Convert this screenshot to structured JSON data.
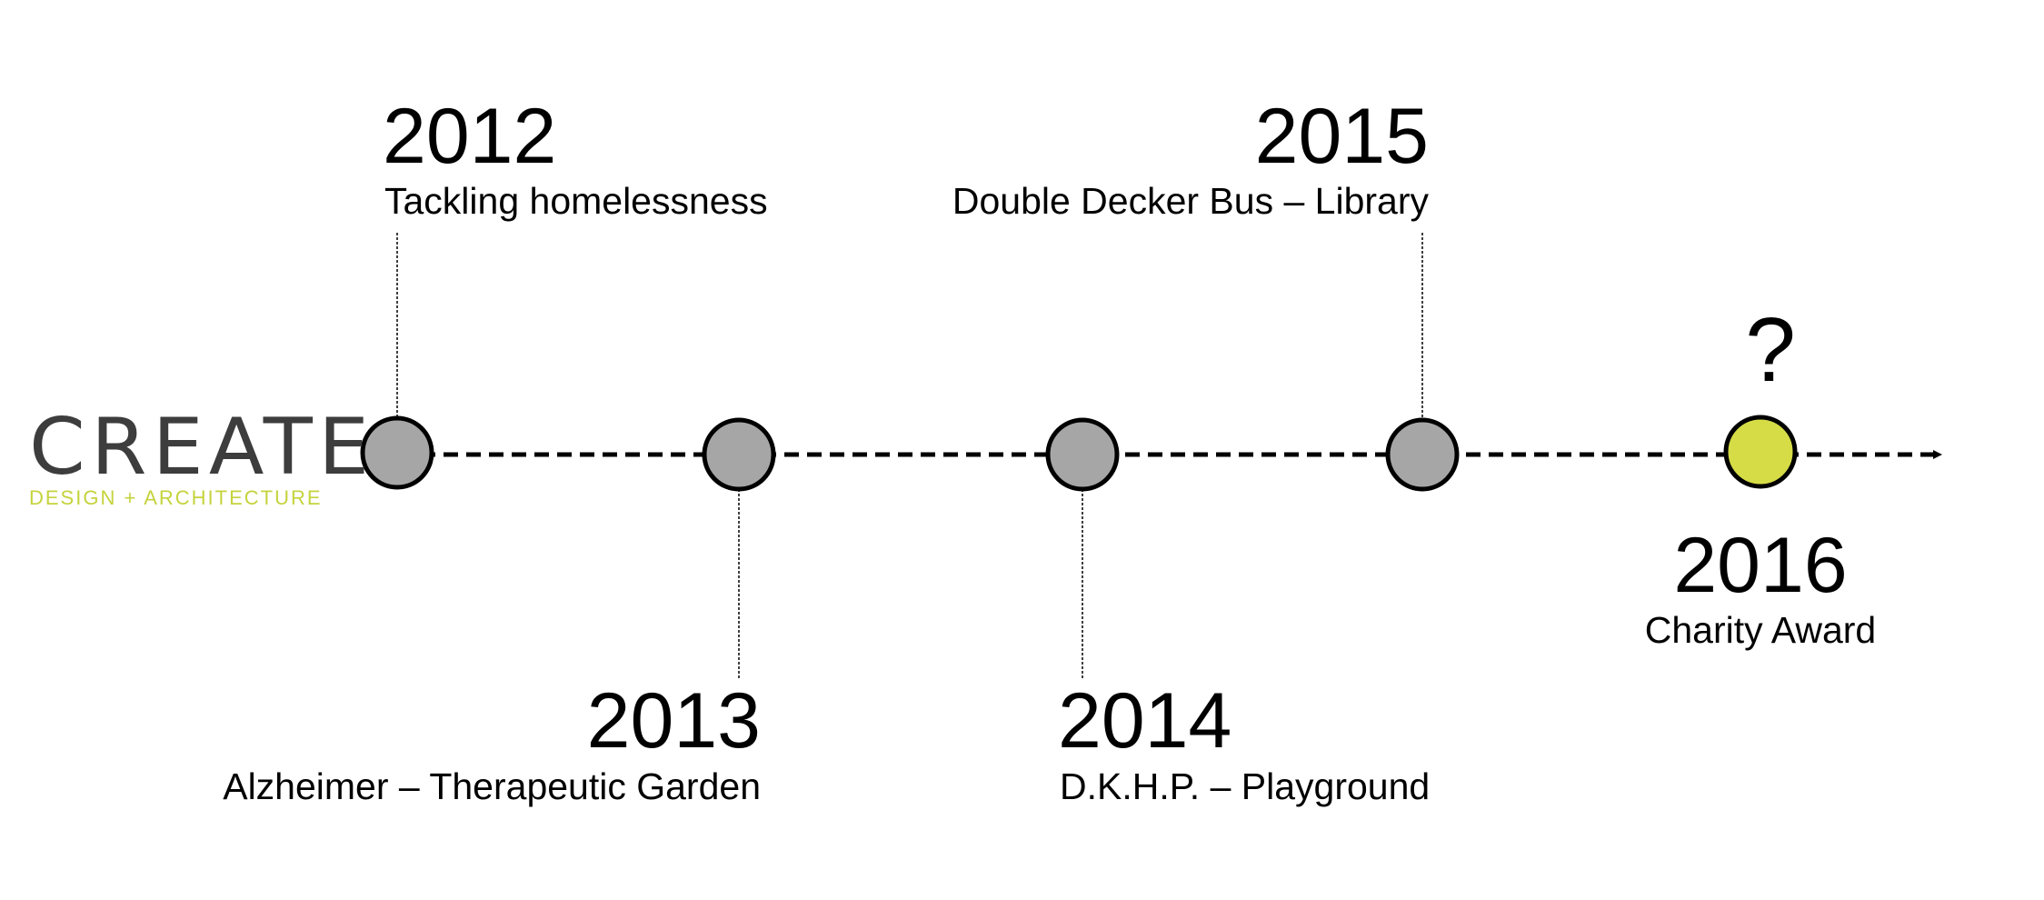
{
  "logo": {
    "word": "CREATE",
    "tagline": "DESIGN + ARCHITECTURE",
    "tagline_color": "#c5d33c"
  },
  "colors": {
    "milestone_fill": "#a6a6a6",
    "highlight_fill": "#d6dc46",
    "stroke": "#000000"
  },
  "milestones": [
    {
      "year": "2012",
      "label": "Tackling homelessness",
      "side": "above",
      "highlight": false
    },
    {
      "year": "2013",
      "label": "Alzheimer – Therapeutic Garden",
      "side": "below",
      "highlight": false
    },
    {
      "year": "2014",
      "label": "D.K.H.P. – Playground",
      "side": "below",
      "highlight": false
    },
    {
      "year": "2015",
      "label": "Double Decker Bus – Library",
      "side": "above",
      "highlight": false
    },
    {
      "year": "2016",
      "label": "Charity Award",
      "side": "below",
      "highlight": true
    }
  ],
  "future_marker": "?"
}
